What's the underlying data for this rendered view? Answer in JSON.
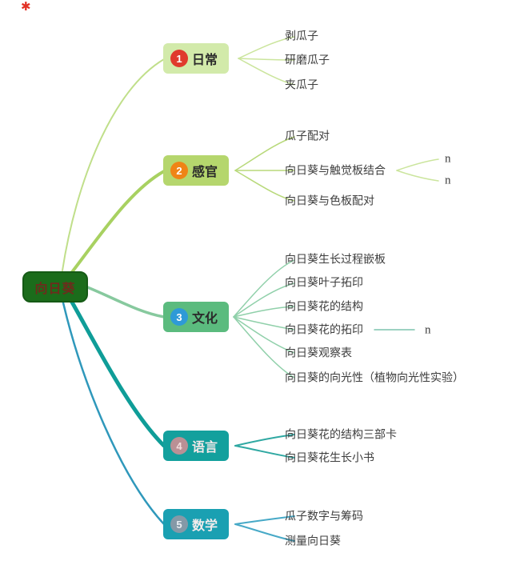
{
  "decoration": {
    "corner_mark": "✱",
    "corner_mark_color": "#e23125"
  },
  "center": {
    "label": "向日葵",
    "bg": "#1b6c1b",
    "text_color": "#6e2b1c"
  },
  "branches": [
    {
      "number": "1",
      "label": "日常",
      "node_bg": "#d2eaaa",
      "badge_color": "#e03a2d",
      "line_color": "#c0df8a",
      "children": [
        {
          "label": "剥瓜子"
        },
        {
          "label": "研磨瓜子"
        },
        {
          "label": "夹瓜子"
        }
      ]
    },
    {
      "number": "2",
      "label": "感官",
      "node_bg": "#b5d66d",
      "badge_color": "#ef8416",
      "line_color": "#a8d161",
      "children": [
        {
          "label": "瓜子配对"
        },
        {
          "label": "向日葵与触觉板结合",
          "children": [
            {
              "label": "n"
            },
            {
              "label": "n"
            }
          ]
        },
        {
          "label": "向日葵与色板配对"
        }
      ]
    },
    {
      "number": "3",
      "label": "文化",
      "node_bg": "#5bbb7e",
      "badge_color": "#2e9ad7",
      "line_color": "#87c99e",
      "children": [
        {
          "label": "向日葵生长过程嵌板"
        },
        {
          "label": "向日葵叶子拓印"
        },
        {
          "label": "向日葵花的结构"
        },
        {
          "label": "向日葵花的拓印",
          "children": [
            {
              "label": "n"
            }
          ]
        },
        {
          "label": "向日葵观察表"
        },
        {
          "label": "向日葵的向光性（植物向光性实验）"
        }
      ]
    },
    {
      "number": "4",
      "label": "语言",
      "node_bg": "#13a09d",
      "badge_color": "#ba9095",
      "line_color": "#0f9d98",
      "children": [
        {
          "label": "向日葵花的结构三部卡"
        },
        {
          "label": "向日葵花生长小书"
        }
      ]
    },
    {
      "number": "5",
      "label": "数学",
      "node_bg": "#1aa0b2",
      "badge_color": "#8599a7",
      "line_color": "#2f98bb",
      "children": [
        {
          "label": "瓜子数字与筹码"
        },
        {
          "label": "测量向日葵"
        }
      ]
    }
  ]
}
